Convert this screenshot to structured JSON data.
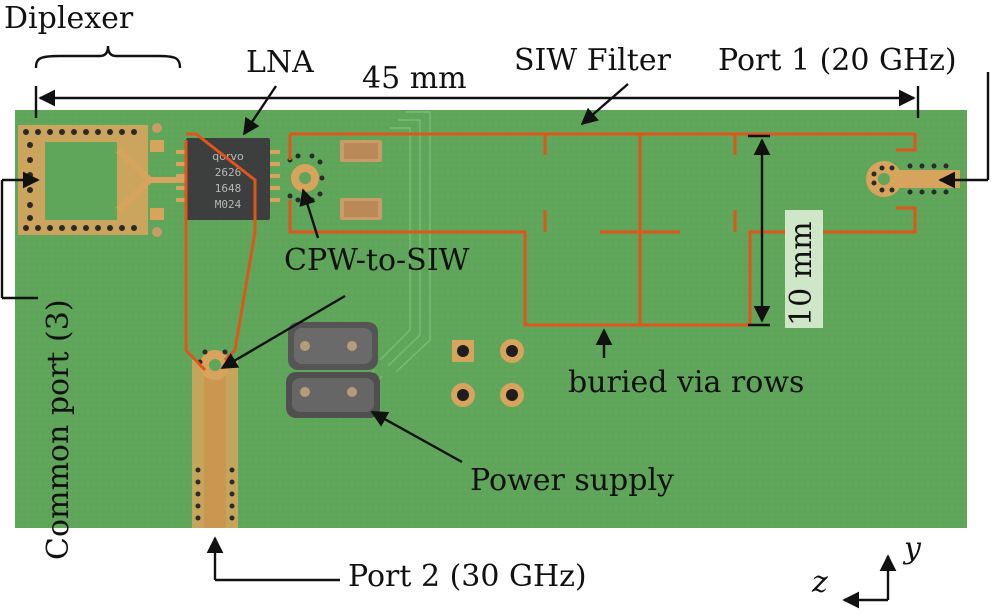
{
  "labels": {
    "diplexer": "Diplexer",
    "lna": "LNA",
    "dimension_45": "45 mm",
    "siw_filter": "SIW Filter",
    "port1": "Port 1 (20 GHz)",
    "cpw_to_siw": "CPW-to-SIW",
    "dimension_10": "10 mm",
    "common_port": "Common port (3)",
    "buried_via_rows": "buried via rows",
    "power_supply": "Power supply",
    "port2": "Port 2 (30 GHz)",
    "axis_z": "z",
    "axis_y": "y"
  },
  "chip_marking": [
    "qorvo",
    "2626",
    "1648",
    "M024"
  ],
  "colors": {
    "board": "#5fa55a",
    "board_edge": "#4d9348",
    "trace_outline": "#e0551c",
    "copper": "#d7a45d",
    "chip": "#3c3f3e",
    "capacitor": "#c99b67",
    "annotation": "#111111",
    "dimension_label_bg": "#cfe6c8"
  }
}
